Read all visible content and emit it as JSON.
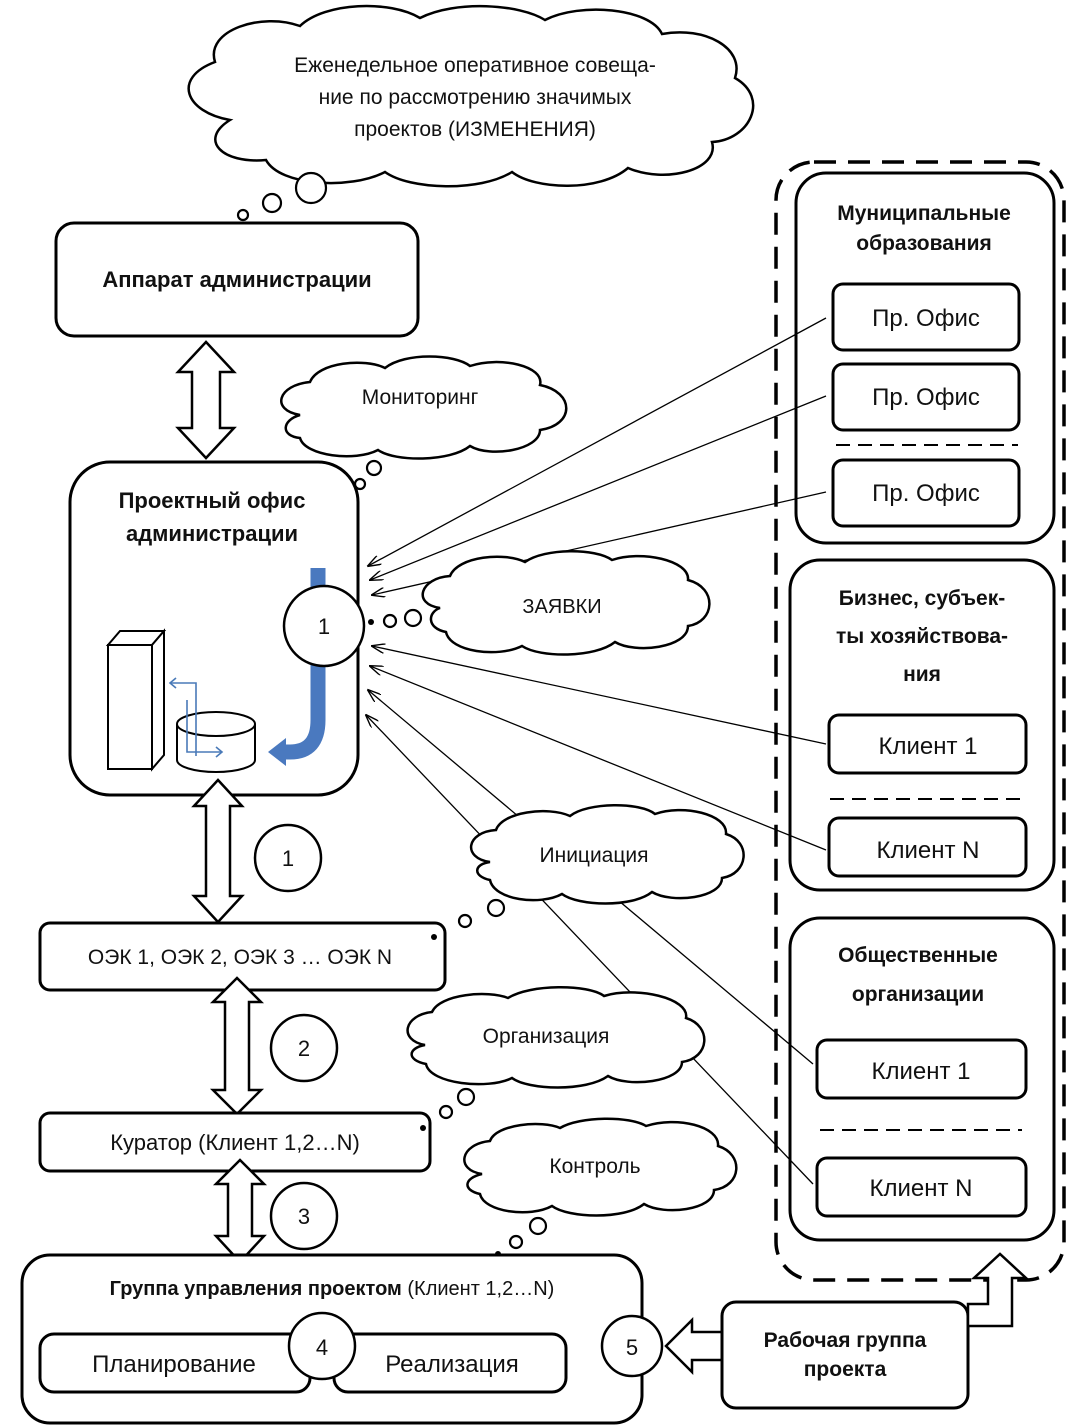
{
  "clouds": {
    "meeting": [
      "Еженедельное оперативное совеща-",
      "ние по рассмотрению значимых",
      "проектов (ИЗМЕНЕНИЯ)"
    ],
    "monitoring": "Мониторинг",
    "requests": "ЗАЯВКИ",
    "initiation": "Инициация",
    "organization": "Организация",
    "control": "Контроль"
  },
  "admin_apparatus": "Аппарат администрации",
  "project_office": [
    "Проектный офис",
    "администрации"
  ],
  "oek": "ОЭК 1, ОЭК 2, ОЭК 3 … ОЭК N",
  "curator": "Куратор  (Клиент 1,2…N)",
  "project_group": {
    "title_bold": "Группа управления проектом",
    "title_rest": " (Клиент 1,2…N)",
    "planning": "Планирование",
    "realization": "Реализация"
  },
  "work_group": [
    "Рабочая группа",
    "проекта"
  ],
  "steps": {
    "s1_office": "1",
    "s1": "1",
    "s2": "2",
    "s3": "3",
    "s4": "4",
    "s5": "5"
  },
  "municipal": {
    "title": [
      "Муниципальные",
      "образования"
    ],
    "items": [
      "Пр. Офис",
      "Пр. Офис",
      "Пр. Офис"
    ]
  },
  "business": {
    "title": [
      "Бизнес, субъек-",
      "ты хозяйствова-",
      "ния"
    ],
    "items": [
      "Клиент 1",
      "Клиент N"
    ]
  },
  "public_orgs": {
    "title": [
      "Общественные",
      "организации"
    ],
    "items": [
      "Клиент 1",
      "Клиент N"
    ]
  }
}
